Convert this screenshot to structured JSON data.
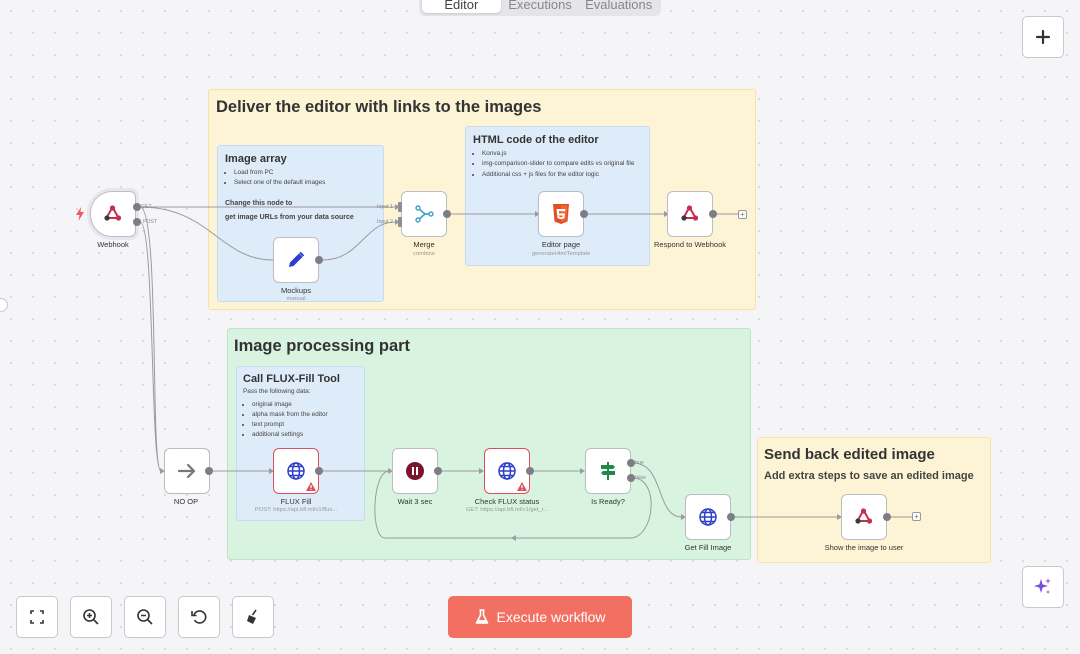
{
  "tabs": [
    {
      "label": "Editor"
    },
    {
      "label": "Executions"
    },
    {
      "label": "Evaluations"
    }
  ],
  "sticky_delivery": {
    "title": "Deliver the editor with links to the images"
  },
  "sticky_image_array": {
    "title": "Image array",
    "bullets": [
      "Load from PC",
      "Select one of the default images"
    ],
    "line1": "Change this node to",
    "line2": "get image URLs from your data source"
  },
  "sticky_html": {
    "title": "HTML code of the editor",
    "bullets": [
      "Konva.js",
      "img-comparison-slider to compare edits vs original file",
      "Additional css + js files for the editor logic"
    ]
  },
  "sticky_processing": {
    "title": "Image processing part"
  },
  "sticky_flux": {
    "title": "Call FLUX-Fill Tool",
    "intro": "Pass the following data:",
    "bullets": [
      "original image",
      "alpha mask from the editor",
      "text prompt",
      "additional settings"
    ]
  },
  "sticky_send": {
    "title": "Send back edited image",
    "subtitle": "Add extra steps to save an edited image"
  },
  "nodes": {
    "webhook": {
      "label": "Webhook",
      "icon": "webhook-icon"
    },
    "mockups": {
      "label": "Mockups",
      "sub": "manual",
      "icon": "pencil-icon"
    },
    "merge": {
      "label": "Merge",
      "sub": "combine",
      "icon": "merge-icon"
    },
    "editor_page": {
      "label": "Editor page",
      "sub": "generateHtmlTemplate",
      "icon": "html5-icon"
    },
    "respond": {
      "label": "Respond to Webhook",
      "icon": "webhook-icon"
    },
    "noop": {
      "label": "NO OP",
      "icon": "arrow-right-icon"
    },
    "flux_fill": {
      "label": "FLUX Fill",
      "sub": "POST: https://api.bfl.ml/v1/flux...",
      "icon": "globe-icon"
    },
    "wait": {
      "label": "Wait 3 sec",
      "icon": "pause-icon"
    },
    "check": {
      "label": "Check FLUX status",
      "sub": "GET: https://api.bfl.ml/v1/get_r...",
      "icon": "globe-icon"
    },
    "ready": {
      "label": "Is Ready?",
      "icon": "signpost-icon"
    },
    "get_fill": {
      "label": "Get Fill Image",
      "icon": "globe-icon"
    },
    "show": {
      "label": "Show the image to user",
      "icon": "webhook-icon"
    }
  },
  "ports": {
    "get": "GET",
    "post": "POST",
    "input1": "Input 1",
    "input2": "Input 2",
    "true": "true",
    "false": "false"
  },
  "execute": {
    "label": "Execute workflow"
  },
  "colors": {
    "accent": "#f27062",
    "yellow": "#fdf3d5",
    "green": "#d8f3e0",
    "blue": "#deebf8",
    "warning": "#e04e5e"
  }
}
